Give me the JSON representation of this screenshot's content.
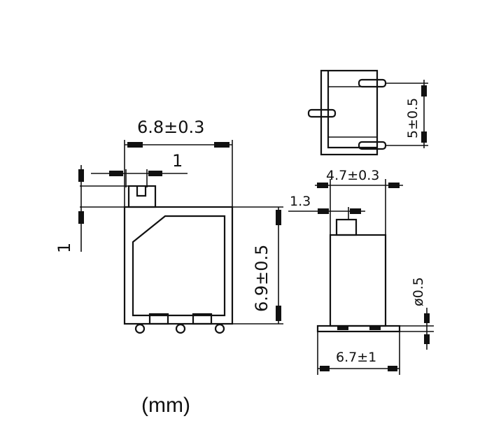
{
  "labels": {
    "width": "6.8±0.3",
    "notch": "1",
    "lead_height": "1",
    "height": "6.9±0.5",
    "side_width": "4.7±0.3",
    "side_offset": "1.3",
    "pin_spacing": "5±0.5",
    "pin_diameter": "ø0.5",
    "base_width": "6.7±1",
    "unit": "(mm)"
  }
}
